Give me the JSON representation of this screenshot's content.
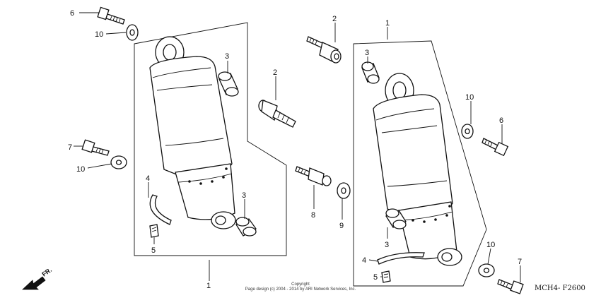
{
  "callouts": {
    "c1_left": "1",
    "c1_right": "1",
    "c2_upper": "2",
    "c2_mid": "2",
    "c3_a": "3",
    "c3_b": "3",
    "c3_c": "3",
    "c3_d": "3",
    "c4_left": "4",
    "c4_right": "4",
    "c5_left": "5",
    "c5_right": "5",
    "c6_left": "6",
    "c6_right": "6",
    "c7_left": "7",
    "c7_right": "7",
    "c8": "8",
    "c9": "9",
    "c10_a": "10",
    "c10_b": "10",
    "c10_c": "10",
    "c10_d": "10"
  },
  "front_marker": "FR.",
  "diagram_code": "MCH4- F2600",
  "copyright": {
    "line1": "Copyright",
    "line2": "Page design (c) 2004 - 2014 by ARI Network Services, Inc."
  }
}
